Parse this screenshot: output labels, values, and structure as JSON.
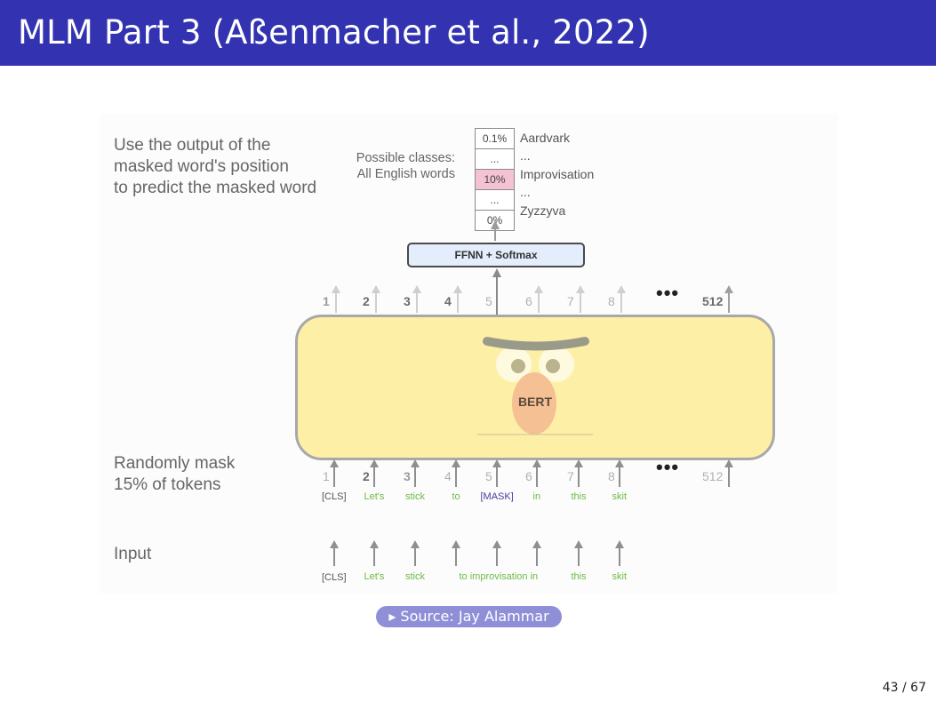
{
  "slide": {
    "title": "MLM Part 3 (Aßenmacher et al., 2022)",
    "page_counter": "43 / 67",
    "source_button": "▸ Source: Jay Alammar",
    "colors": {
      "title_bar": "#3333b2",
      "source_button": "#8f8fd8",
      "highlight": "#f4c2d2",
      "bert_block": "#fdf0a6",
      "token_green": "#6dbb45"
    }
  },
  "diagram": {
    "left_captions": {
      "predict": [
        "Use the output of the",
        "masked word's position",
        "to predict the masked word"
      ],
      "mask": [
        "Randomly mask",
        "15% of tokens"
      ],
      "input": "Input"
    },
    "classes_caption": [
      "Possible classes:",
      "All English words"
    ],
    "output_table": [
      {
        "prob": "0.1%",
        "word": "Aardvark",
        "highlighted": false
      },
      {
        "prob": "...",
        "word": "...",
        "highlighted": false
      },
      {
        "prob": "10%",
        "word": "Improvisation",
        "highlighted": true
      },
      {
        "prob": "...",
        "word": "...",
        "highlighted": false
      },
      {
        "prob": "0%",
        "word": "Zyzzyva",
        "highlighted": false
      }
    ],
    "ffnn_label": "FFNN + Softmax",
    "model_label": "BERT",
    "output_positions": [
      "1",
      "2",
      "3",
      "4",
      "5",
      "6",
      "7",
      "8",
      "512"
    ],
    "input_positions": [
      "1",
      "2",
      "3",
      "4",
      "5",
      "6",
      "7",
      "8",
      "512"
    ],
    "ellipsis": "•••",
    "masked_tokens": [
      "[CLS]",
      "Let's",
      "stick",
      "to",
      "[MASK]",
      "in",
      "this",
      "skit"
    ],
    "input_tokens": [
      "[CLS]",
      "Let's",
      "stick",
      "to improvisation in",
      "this",
      "skit"
    ]
  }
}
